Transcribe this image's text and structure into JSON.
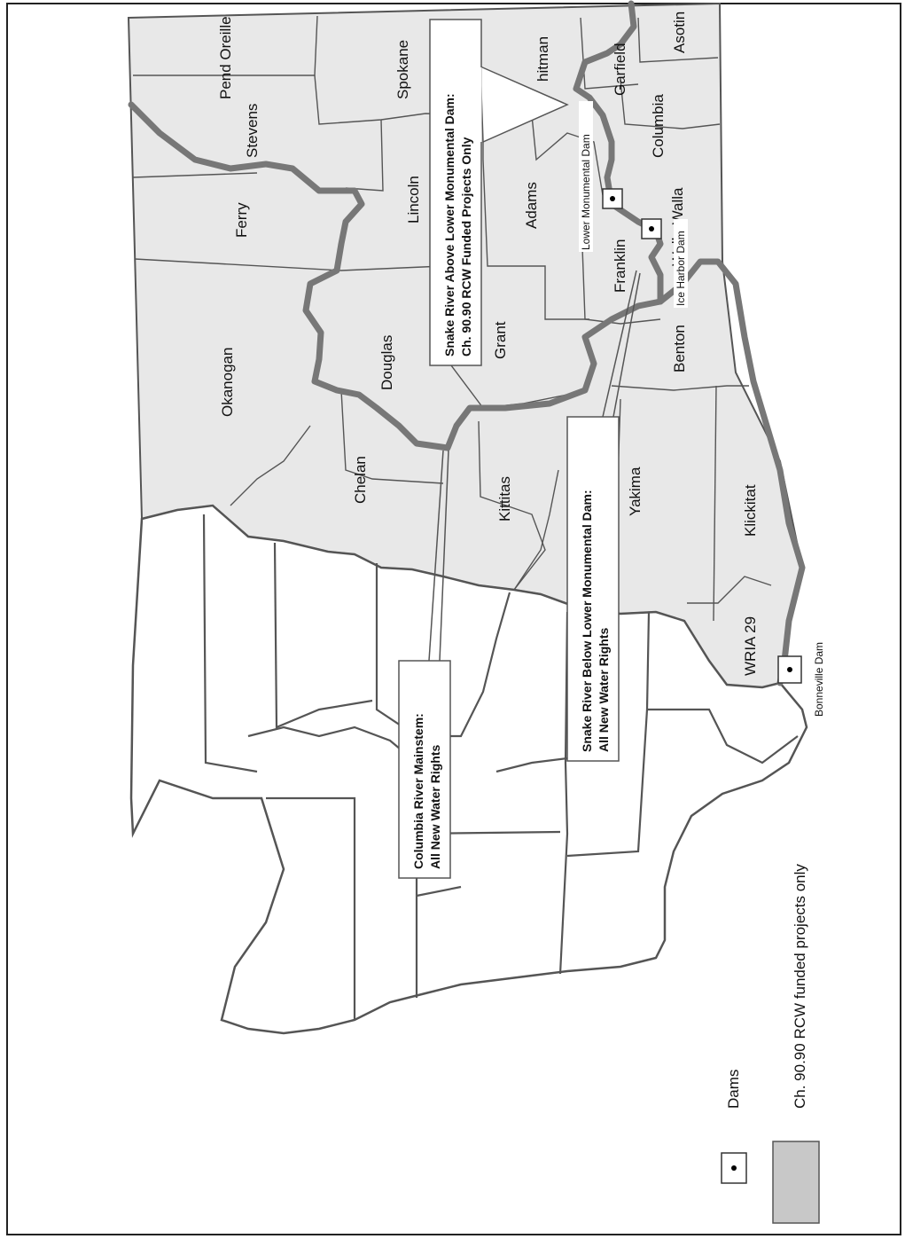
{
  "map": {
    "counties": [
      {
        "id": "pend-oreille",
        "name": "Pend Oreille"
      },
      {
        "id": "stevens",
        "name": "Stevens"
      },
      {
        "id": "spokane",
        "name": "Spokane"
      },
      {
        "id": "whitman",
        "name": "hitman"
      },
      {
        "id": "garfield",
        "name": "Garfield"
      },
      {
        "id": "asotin",
        "name": "Asotin"
      },
      {
        "id": "columbia",
        "name": "Columbia"
      },
      {
        "id": "walla-walla",
        "name": "Walla Walla"
      },
      {
        "id": "ferry",
        "name": "Ferry"
      },
      {
        "id": "lincoln",
        "name": "Lincoln"
      },
      {
        "id": "adams",
        "name": "Adams"
      },
      {
        "id": "franklin",
        "name": "Franklin"
      },
      {
        "id": "okanogan",
        "name": "Okanogan"
      },
      {
        "id": "douglas",
        "name": "Douglas"
      },
      {
        "id": "grant",
        "name": "Grant"
      },
      {
        "id": "benton",
        "name": "Benton"
      },
      {
        "id": "chelan",
        "name": "Chelan"
      },
      {
        "id": "kittitas",
        "name": "Kittitas"
      },
      {
        "id": "yakima",
        "name": "Yakima"
      },
      {
        "id": "klickitat",
        "name": "Klickitat"
      },
      {
        "id": "wria-29",
        "name": "WRIA 29"
      }
    ],
    "dams": [
      {
        "id": "lower-monumental",
        "name": "Lower Monumental Dam"
      },
      {
        "id": "ice-harbor",
        "name": "Ice Harbor Dam"
      },
      {
        "id": "bonneville",
        "name": "Bonneville Dam"
      }
    ],
    "callouts": {
      "snake_above": {
        "line1": "Snake River Above Lower Monumental Dam:",
        "line2": "Ch. 90.90 RCW Funded Projects Only"
      },
      "snake_below": {
        "line1": "Snake River Below Lower Monumental Dam:",
        "line2": "All New Water Rights"
      },
      "columbia": {
        "line1": "Columbia River Mainstem:",
        "line2": "All New Water Rights"
      }
    },
    "colors": {
      "funded_fill": "#e8e8e8",
      "unfunded_fill": "#ffffff",
      "boundary": "#555555",
      "river": "#777777",
      "legend_swatch": "#c8c8c8"
    }
  },
  "legend": {
    "dams_label": "Dams",
    "funded_label": "Ch. 90.90 RCW funded projects only"
  }
}
